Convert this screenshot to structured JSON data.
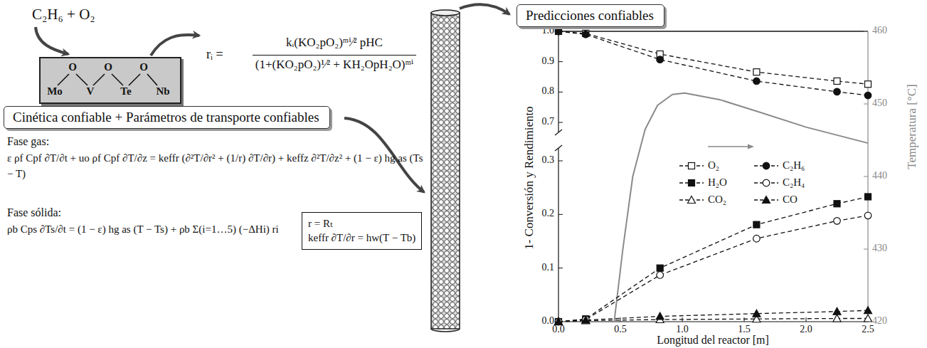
{
  "diagram": {
    "nodes": [
      {
        "text": [
          "O",
          "O",
          "O",
          "Mo",
          "V",
          "Te",
          "Nb"
        ]
      },
      {
        "text": [
          "Cinética confiable + Parámetros de transporte confiables"
        ]
      },
      {
        "text": [
          "r = Rₜ",
          "keffr ∂T/∂r = hw(T − Tb)"
        ]
      },
      {
        "text": [
          "Predicciones confiables"
        ]
      }
    ],
    "labels": [
      "C₂H₆ + O₂",
      "rᵢ =",
      "kᵢ(KO₂pO₂)ᵐⁱ⁄² pHC",
      "(1+(KO₂pO₂)¹⁄² + KH₂OpH₂O)ᵐⁱ",
      "Fase gas:",
      "ε ρf Cpf ∂T/∂t + uo ρf Cpf ∂T/∂z = keffr (∂²T/∂r² + (1/r) ∂T/∂r) + keffz ∂²T/∂z² + (1 − ε) hg as (Ts − T)",
      "Fase sólida:",
      "ρb Cps ∂Ts/∂t = (1 − ε) hg as (T − Ts) + ρb Σ(i=1…5) (−ΔHi) ri",
      "1- Conversión y Rendimiento",
      "Temperatura [°C]",
      "Longitud del reactor [m]",
      "1.0",
      "0.9",
      "0.8",
      "0.7",
      "0.3",
      "0.2",
      "0.1",
      "0.0",
      "460",
      "450",
      "440",
      "430",
      "420",
      "0.0",
      "0.5",
      "1.0",
      "1.5",
      "2.0",
      "2.5"
    ],
    "legend": [
      {
        "text": "O₂"
      },
      {
        "text": "C₂H₆"
      },
      {
        "text": "H₂O"
      },
      {
        "text": "C₂H₄"
      },
      {
        "text": "CO₂"
      },
      {
        "text": "CO"
      }
    ]
  }
}
